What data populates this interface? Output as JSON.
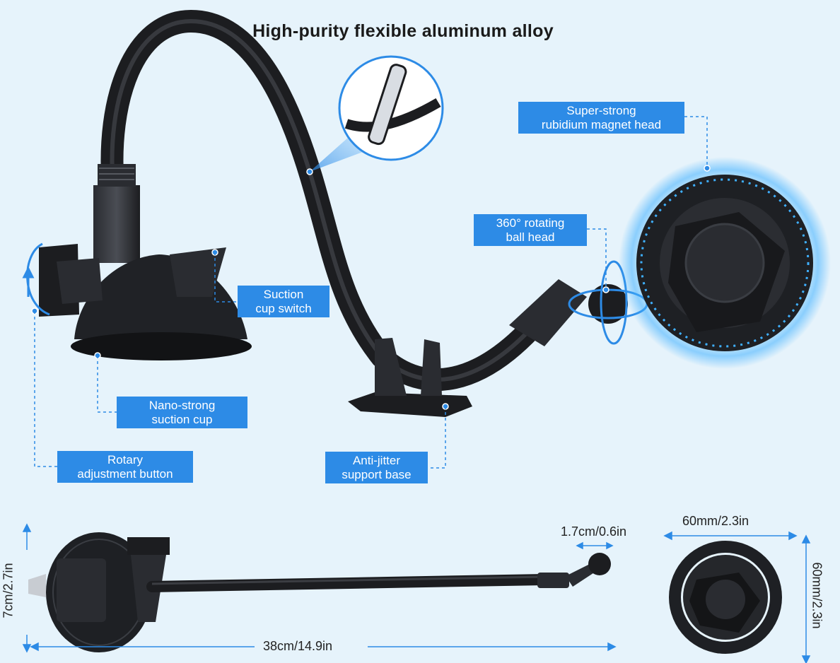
{
  "title": "High-purity flexible aluminum alloy",
  "callouts": {
    "magnet_head": [
      "Super-strong",
      "rubidium magnet head"
    ],
    "ball_head": [
      "360° rotating",
      "ball head"
    ],
    "suction_switch": [
      "Suction",
      "cup switch"
    ],
    "suction_cup": [
      "Nano-strong",
      "suction cup"
    ],
    "rotary_button": [
      "Rotary",
      "adjustment button"
    ],
    "support_base": [
      "Anti-jitter",
      "support base"
    ]
  },
  "dimensions": {
    "height": "7cm/2.7in",
    "length": "38cm/14.9in",
    "ball_width": "1.7cm/0.6in",
    "magnet_width": "60mm/2.3in",
    "magnet_height": "60mm/2.3in"
  },
  "colors": {
    "background": "#e6f3fb",
    "accent": "#2d8be6",
    "product": "#1c1d20"
  }
}
